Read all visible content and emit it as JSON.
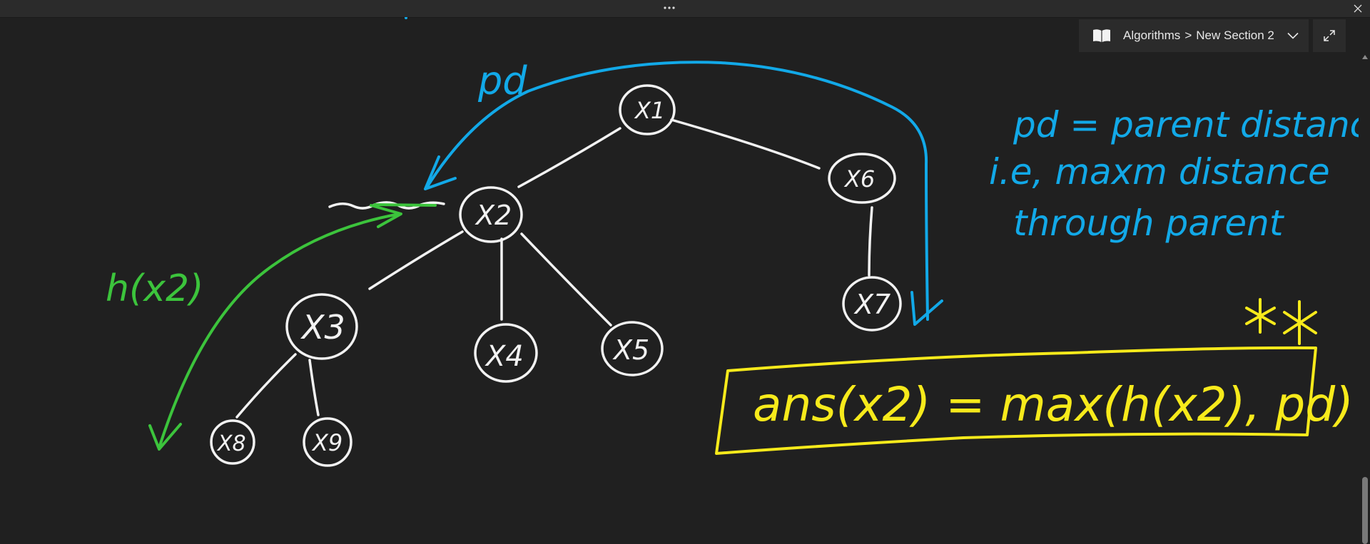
{
  "titlebar": {
    "more_icon": "ellipsis-icon",
    "close_icon": "close-icon"
  },
  "navigation": {
    "notebook_icon": "notebook-icon",
    "notebook": "Algorithms",
    "separator": ">",
    "section": "New Section 2",
    "dropdown_icon": "chevron-down-icon",
    "expand_icon": "expand-icon"
  },
  "colors": {
    "background": "#202020",
    "ink_white": "#f2f2f2",
    "ink_blue": "#12a9e8",
    "ink_green": "#3cc43c",
    "ink_yellow": "#f7ea1b"
  },
  "ink": {
    "tree_nodes": [
      "X1",
      "X2",
      "X3",
      "X4",
      "X5",
      "X6",
      "X7",
      "X8",
      "X9"
    ],
    "pd_label": "pd",
    "h_label": "h(x2)",
    "definition_lines": [
      "pd = parent distance",
      "i.e, maxm distance",
      "through parent"
    ],
    "formula": "ans(x2) = max(h(x2), pd)",
    "stars": "**"
  }
}
